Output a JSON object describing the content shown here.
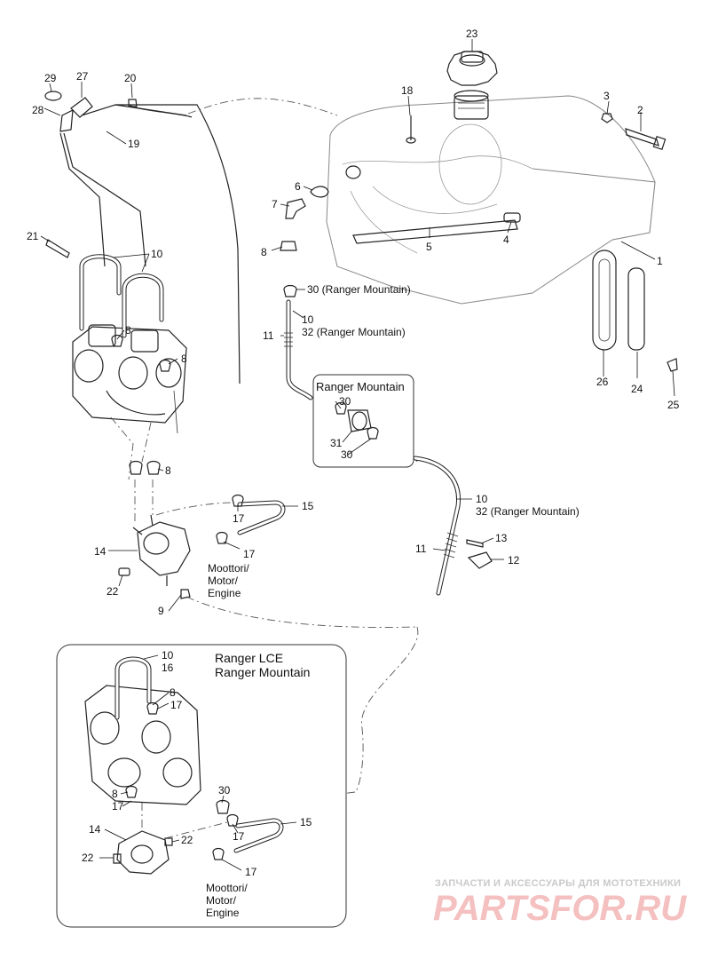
{
  "callouts": {
    "c1": "1",
    "c2": "2",
    "c3": "3",
    "c4": "4",
    "c5": "5",
    "c6": "6",
    "c7": "7",
    "c8": "8",
    "c9": "9",
    "c10": "10",
    "c11": "11",
    "c12": "12",
    "c13": "13",
    "c14": "14",
    "c15": "15",
    "c16": "16",
    "c17": "17",
    "c18": "18",
    "c19": "19",
    "c20": "20",
    "c21": "21",
    "c22": "22",
    "c23": "23",
    "c24": "24",
    "c25": "25",
    "c26": "26",
    "c27": "27",
    "c28": "28",
    "c29": "29",
    "c30": "30",
    "c31": "31",
    "c30_rm": "30 (Ranger Mountain)",
    "c32_rm": "32 (Ranger Mountain)"
  },
  "inset_mountain": {
    "title": "Ranger Mountain"
  },
  "inset_lce": {
    "title_line1": "Ranger LCE",
    "title_line2": "Ranger Mountain"
  },
  "engine_label": {
    "line1": "Moottori/",
    "line2": "Motor/",
    "line3": "Engine"
  },
  "watermark": {
    "tagline": "ЗАПЧАСТИ И АКСЕССУАРЫ ДЛЯ МОТОТЕХНИКИ",
    "brand": "PARTSFOR.RU"
  }
}
